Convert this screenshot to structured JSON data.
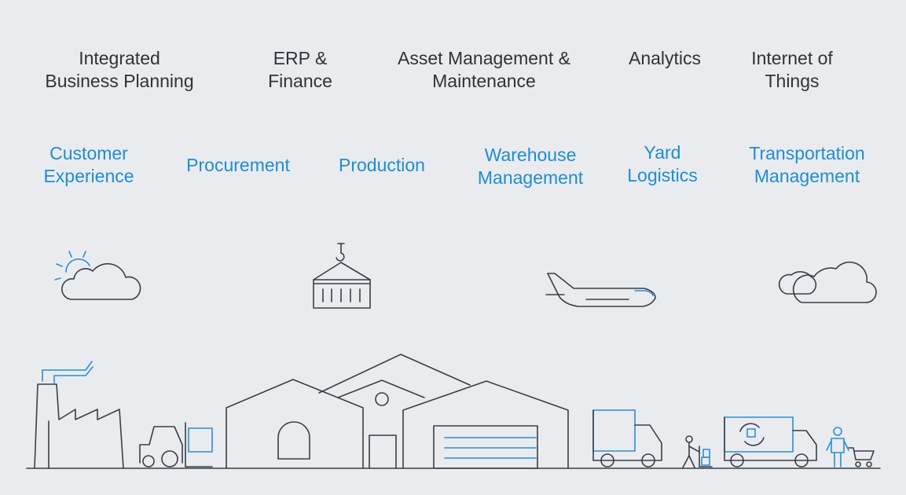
{
  "top_row": [
    {
      "id": "integrated-business-planning",
      "text": "Integrated\nBusiness Planning"
    },
    {
      "id": "erp-finance",
      "text": "ERP &\nFinance"
    },
    {
      "id": "asset-management-maintenance",
      "text": "Asset Management &\nMaintenance"
    },
    {
      "id": "analytics",
      "text": "Analytics"
    },
    {
      "id": "internet-of-things",
      "text": "Internet of\nThings"
    }
  ],
  "bottom_row": [
    {
      "id": "customer-experience",
      "text": "Customer\nExperience"
    },
    {
      "id": "procurement",
      "text": "Procurement"
    },
    {
      "id": "production",
      "text": "Production"
    },
    {
      "id": "warehouse-management",
      "text": "Warehouse\nManagement"
    },
    {
      "id": "yard-logistics",
      "text": "Yard\nLogistics"
    },
    {
      "id": "transportation-management",
      "text": "Transportation\nManagement"
    }
  ],
  "colors": {
    "background": "#e9ebee",
    "dark_text": "#2f3338",
    "accent_blue": "#1f8dcf",
    "line": "#3a3f47"
  },
  "icons": [
    "sun-cloud-icon",
    "container-crane-icon",
    "airplane-icon",
    "clouds-icon",
    "factory-icon",
    "forklift-icon",
    "warehouse-icon",
    "delivery-truck-icon",
    "hand-truck-worker-icon",
    "refrigerated-truck-icon",
    "shopper-cart-icon"
  ]
}
